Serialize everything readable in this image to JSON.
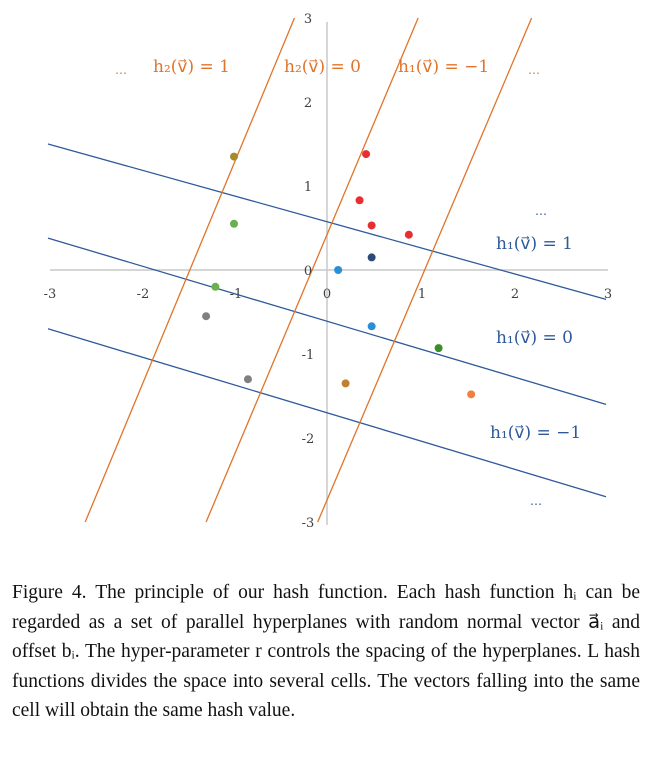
{
  "figure": {
    "axis_ticks": {
      "x": [
        "-3",
        "-2",
        "-1",
        "0",
        "1",
        "2",
        "3"
      ],
      "y": [
        "3",
        "2",
        "1",
        "-1",
        "-2",
        "-3"
      ],
      "origin": "0"
    },
    "labels": {
      "h1_pos1": "h₁(v⃗) = 1",
      "h1_zero": "h₁(v⃗) = 0",
      "h1_neg1": "h₁(v⃗) = −1",
      "h2_pos1": "h₂(v⃗) = 1",
      "h2_zero": "h₂(v⃗) = 0",
      "h1_neg1_top": "h₁(v⃗) = −1",
      "ellipsis": "…"
    },
    "colors": {
      "axis": "#c8c8c8",
      "blue_lines": "#2e5a9a",
      "orange_lines": "#e0742a"
    },
    "points": [
      {
        "x": -1.0,
        "y": 1.35,
        "color": "#a5892b"
      },
      {
        "x": -1.0,
        "y": 0.55,
        "color": "#6ab04c"
      },
      {
        "x": -1.2,
        "y": -0.2,
        "color": "#6ab04c"
      },
      {
        "x": -1.3,
        "y": -0.55,
        "color": "#808080"
      },
      {
        "x": -0.85,
        "y": -1.3,
        "color": "#808080"
      },
      {
        "x": 0.42,
        "y": 1.38,
        "color": "#e53030"
      },
      {
        "x": 0.35,
        "y": 0.83,
        "color": "#e53030"
      },
      {
        "x": 0.48,
        "y": 0.53,
        "color": "#e53030"
      },
      {
        "x": 0.88,
        "y": 0.42,
        "color": "#e53030"
      },
      {
        "x": 0.48,
        "y": 0.15,
        "color": "#2b4a7a"
      },
      {
        "x": 0.12,
        "y": 0.0,
        "color": "#2b8fd6"
      },
      {
        "x": 0.48,
        "y": -0.67,
        "color": "#2b8fd6"
      },
      {
        "x": 1.2,
        "y": -0.93,
        "color": "#3d8c2a"
      },
      {
        "x": 0.2,
        "y": -1.35,
        "color": "#c08030"
      },
      {
        "x": 1.55,
        "y": -1.48,
        "color": "#f08040"
      }
    ],
    "lines": {
      "blue": [
        {
          "x1": -3.0,
          "y1": 1.5,
          "x2": 3.0,
          "y2": -0.35
        },
        {
          "x1": -3.0,
          "y1": 0.38,
          "x2": 3.0,
          "y2": -1.6
        },
        {
          "x1": -3.0,
          "y1": -0.7,
          "x2": 3.0,
          "y2": -2.7
        }
      ],
      "orange": [
        {
          "x1": -2.6,
          "y1": -3.0,
          "x2": -0.35,
          "y2": 3.0
        },
        {
          "x1": -1.3,
          "y1": -3.0,
          "x2": 0.98,
          "y2": 3.0
        },
        {
          "x1": -0.1,
          "y1": -3.0,
          "x2": 2.2,
          "y2": 3.0
        }
      ]
    }
  },
  "caption": "Figure 4. The principle of our hash function. Each hash function hᵢ can be regarded as a set of parallel hyperplanes with random normal vector a⃗ᵢ and offset bᵢ. The hyper-parameter r controls the spacing of the hyperplanes. L hash functions divides the space into several cells. The vectors falling into the same cell will obtain the same hash value."
}
